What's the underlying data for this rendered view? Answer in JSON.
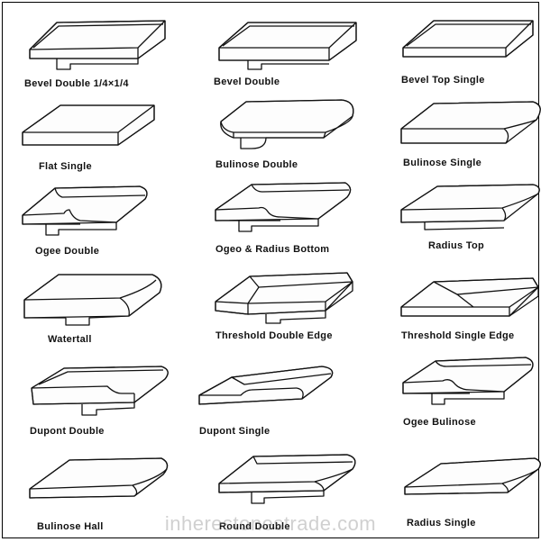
{
  "profiles": [
    {
      "name": "Bevel Double 1/4×1/4"
    },
    {
      "name": "Bevel Double"
    },
    {
      "name": "Bevel Top Single"
    },
    {
      "name": "Flat Single"
    },
    {
      "name": "Bulinose Double"
    },
    {
      "name": "Bulinose Single"
    },
    {
      "name": "Ogee Double"
    },
    {
      "name": "Ogeo & Radius Bottom"
    },
    {
      "name": "Radius Top"
    },
    {
      "name": "Watertall"
    },
    {
      "name": "Threshold Double Edge"
    },
    {
      "name": "Threshold Single Edge"
    },
    {
      "name": "Dupont Double"
    },
    {
      "name": "Dupont Single"
    },
    {
      "name": "Ogee Bulinose"
    },
    {
      "name": "Bulinose Hall"
    },
    {
      "name": "Round Double"
    },
    {
      "name": "Radius Single"
    }
  ],
  "watermark": "inherestonestrade.com"
}
